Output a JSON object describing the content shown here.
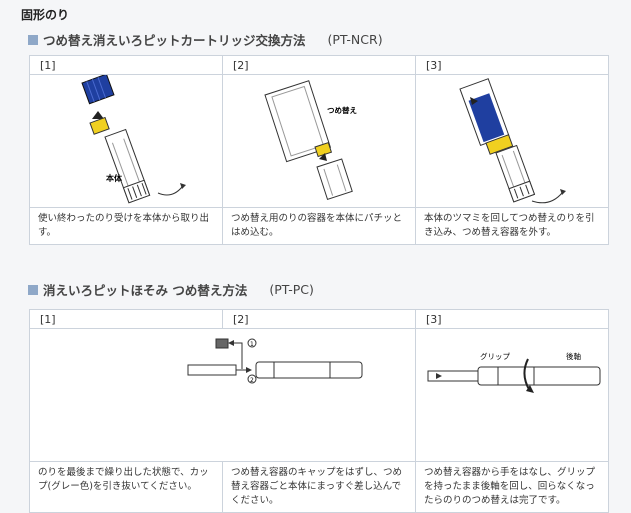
{
  "page_title": "固形のり",
  "section1": {
    "title": "つめ替え消えいろピットカートリッジ交換方法",
    "code": "(PT-NCR)",
    "steps": [
      {
        "num": "[1]",
        "label": "本体",
        "text": "使い終わったのり受けを本体から取り出す。"
      },
      {
        "num": "[2]",
        "label": "つめ替え",
        "text": "つめ替え用のりの容器を本体にパチッとはめ込む。"
      },
      {
        "num": "[3]",
        "text": "本体のツマミを回してつめ替えのりを引き込み、つめ替え容器を外す。"
      }
    ]
  },
  "section2": {
    "title": "消えいろピットほそみ つめ替え方法",
    "code": "(PT-PC)",
    "steps": [
      {
        "num": "[1]",
        "text": "のりを最後まで繰り出した状態で、カップ(グレー色)を引き抜いてください。"
      },
      {
        "num": "[2]",
        "text": "つめ替え容器のキャップをはずし、つめ替え容器ごと本体にまっすぐ差し込んでください。"
      },
      {
        "num": "[3]",
        "label_grip": "グリップ",
        "label_back": "後軸",
        "text": "つめ替え容器から手をはなし、グリップを持ったまま後軸を回し、回らなくなったらのりのつめ替えは完了です。"
      }
    ]
  },
  "colors": {
    "accent": "#8fa8c8",
    "blue": "#1f3fa0",
    "yellow": "#f0d020"
  }
}
